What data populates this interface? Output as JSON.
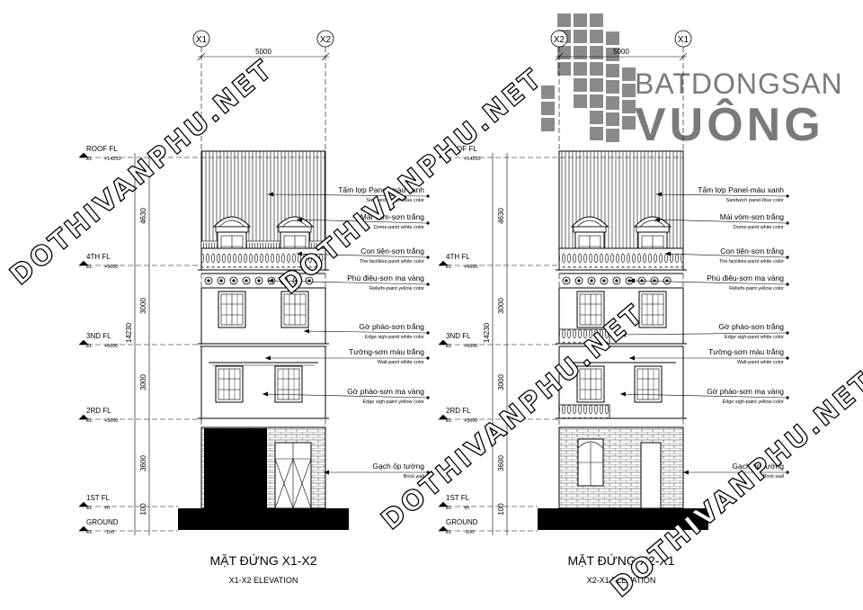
{
  "logo": {
    "line1": "BATDONGSAN",
    "line2": "VUÔNG"
  },
  "watermark": "DOTHIVANPHU.NET",
  "grid_bubbles": {
    "x1": "X1",
    "x2": "X2"
  },
  "span": "5000",
  "dims": {
    "d1": "4630",
    "d2": "3000",
    "d3": "3000",
    "d4": "3600",
    "d5": "100",
    "total": "14230"
  },
  "levels": [
    {
      "name": "ROOF FL",
      "el": "EL",
      "value": "+14230"
    },
    {
      "name": "4TH FL",
      "el": "EL",
      "value": "+9600"
    },
    {
      "name": "3ND FL",
      "el": "EL",
      "value": "+6600"
    },
    {
      "name": "2RD FL",
      "el": "EL",
      "value": "+3600"
    },
    {
      "name": "1ST FL",
      "el": "EL",
      "value": "±0"
    },
    {
      "name": "GROUND",
      "el": "EL",
      "value": "-100"
    }
  ],
  "notes": [
    {
      "vi": "Tấm lợp Panel-màu xanh",
      "en": "Sandwich panel-blue color"
    },
    {
      "vi": "Mái vòm-sơn trắng",
      "en": "Dome-paint white color"
    },
    {
      "vi": "Con tiện-sơn trắng",
      "en": "The facilities-paint white color"
    },
    {
      "vi": "Phù điêu-sơn mạ vàng",
      "en": "Reliefs-paint yellow color"
    },
    {
      "vi": "Gờ phào-sơn trắng",
      "en": "Edge sigh-paint white color"
    },
    {
      "vi": "Tường-sơn màu trắng",
      "en": "Wall-paint white color"
    },
    {
      "vi": "Gờ phào-sơn mạ vàng",
      "en": "Edge sigh-paint yellow color"
    },
    {
      "vi": "Gạch ốp tường",
      "en": "Brick wall"
    }
  ],
  "titles": {
    "left": {
      "main": "MẶT ĐỨNG X1-X2",
      "sub": "X1-X2 ELEVATION"
    },
    "right": {
      "main": "MẶT ĐỨNG X2-X1",
      "sub": "X2-X1 ELEVATION"
    }
  },
  "colors": {
    "logo_gray": "#8a8a8a",
    "logo_text": "#7a7a7a",
    "ink": "#000000"
  }
}
